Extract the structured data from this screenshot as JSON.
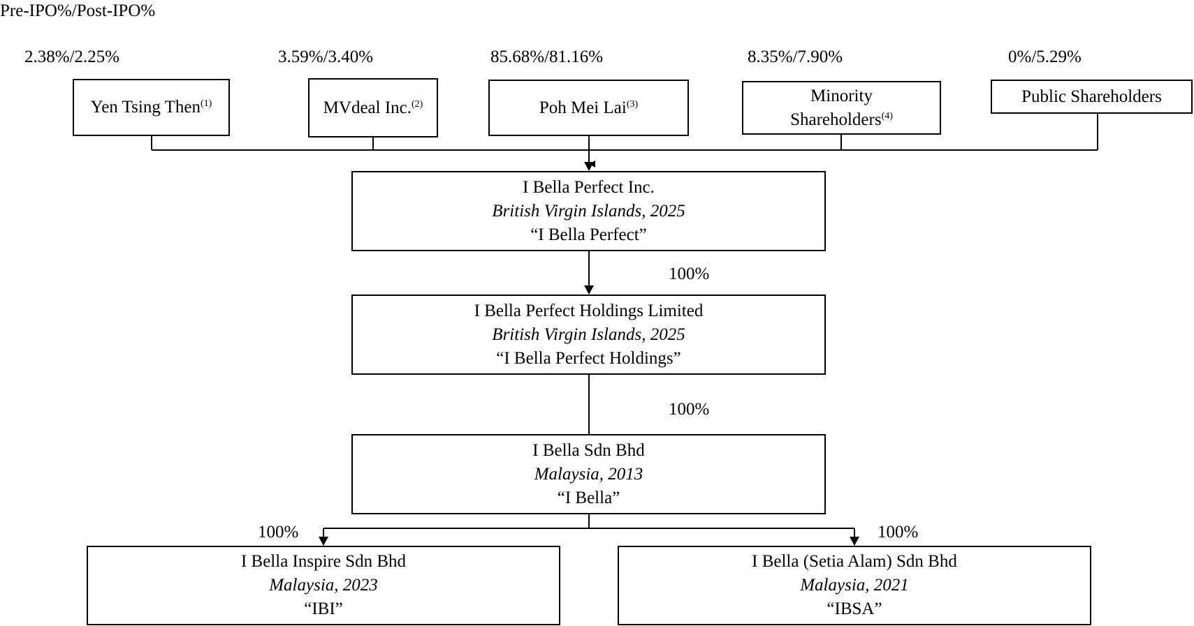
{
  "legend_label": "Pre-IPO%/Post-IPO%",
  "shareholders": [
    {
      "name": "Yen Tsing Then",
      "note": "(1)",
      "pre_ipo": "2.38%",
      "post_ipo": "2.25%"
    },
    {
      "name": "MVdeal Inc.",
      "note": "(2)",
      "pre_ipo": "3.59%",
      "post_ipo": "3.40%"
    },
    {
      "name": "Poh Mei Lai",
      "note": "(3)",
      "pre_ipo": "85.68%",
      "post_ipo": "81.16%"
    },
    {
      "name_line1": "Minority",
      "name": "Shareholders",
      "note": "(4)",
      "pre_ipo": "8.35%",
      "post_ipo": "7.90%"
    },
    {
      "name": "Public Shareholders",
      "note": "",
      "pre_ipo": "0%",
      "post_ipo": "5.29%"
    }
  ],
  "shareholder_pct_labels": [
    "2.38%/2.25%",
    "3.59%/3.40%",
    "85.68%/81.16%",
    "8.35%/7.90%",
    "0%/5.29%"
  ],
  "entities": [
    {
      "name": "I Bella Perfect Inc.",
      "jurisdiction": "British Virgin Islands, 2025",
      "short": "“I Bella Perfect”"
    },
    {
      "name": "I Bella Perfect Holdings Limited",
      "jurisdiction": "British Virgin Islands, 2025",
      "short": "“I Bella Perfect Holdings”",
      "ownership": "100%"
    },
    {
      "name": "I Bella Sdn Bhd",
      "jurisdiction": "Malaysia, 2013",
      "short": "“I Bella”",
      "ownership": "100%"
    },
    {
      "name": "I Bella Inspire Sdn Bhd",
      "jurisdiction": "Malaysia, 2023",
      "short": "“IBI”",
      "ownership": "100%"
    },
    {
      "name": "I Bella (Setia Alam) Sdn Bhd",
      "jurisdiction": "Malaysia, 2021",
      "short": "“IBSA”",
      "ownership": "100%"
    }
  ]
}
